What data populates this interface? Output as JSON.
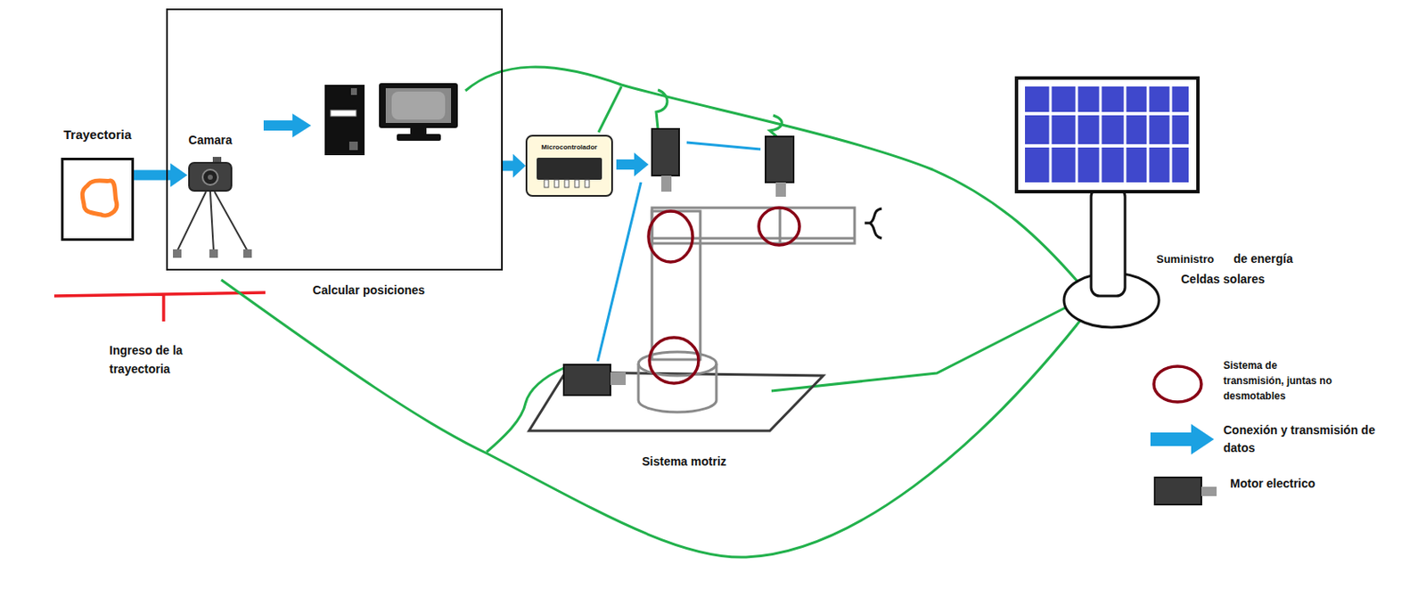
{
  "diagram": {
    "nodes": [
      {
        "text": [
          "Trayectoria"
        ]
      },
      {
        "text": [
          "Calcular posiciones"
        ]
      },
      {
        "text": [
          "Camara"
        ],
        "in": 1
      },
      {
        "text": [
          "Microcontrolador"
        ]
      }
    ],
    "edges": [
      {
        "from": 0,
        "to": 2,
        "arrow": "to"
      },
      {
        "from": 1,
        "to": 3,
        "arrow": "to"
      }
    ],
    "labels": [
      "Ingreso de la trayectoria",
      "Sistema motriz",
      "Suministro",
      "de energía",
      "Celdas solares"
    ],
    "legend": [
      {
        "text": "Sistema de transmisión, juntas no desmotables"
      },
      {
        "text": "Conexión y transmisión de datos"
      },
      {
        "text": "Motor electrico"
      }
    ]
  }
}
